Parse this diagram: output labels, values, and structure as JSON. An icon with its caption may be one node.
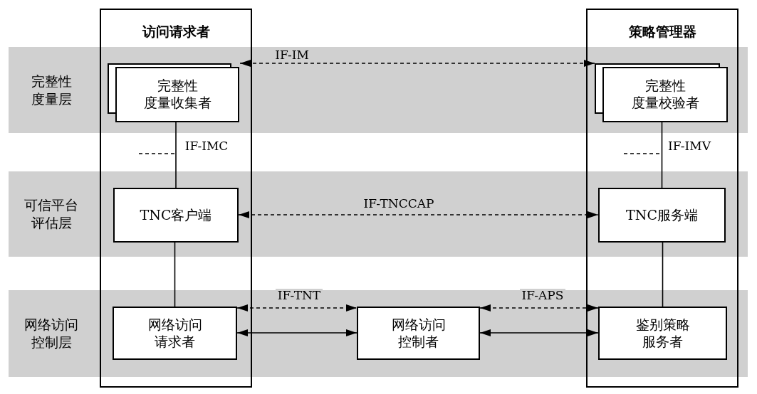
{
  "diagram": {
    "nodes": [
      {
        "text": [
          "访问请求者"
        ]
      },
      {
        "text": [
          "策略管理器"
        ]
      },
      {
        "text": [
          "完整性度量收集者"
        ],
        "in": 0
      },
      {
        "text": [
          "完整性度量校验者"
        ],
        "in": 1
      },
      {
        "text": [
          "TNC客户端"
        ],
        "in": 0
      },
      {
        "text": [
          "TNC服务端"
        ],
        "in": 1
      },
      {
        "text": [
          "网络访问请求者"
        ],
        "in": 0
      },
      {
        "text": [
          "网络访问控制者"
        ]
      },
      {
        "text": [
          "鉴别策略服务者"
        ],
        "in": 1
      }
    ],
    "edges": [
      {
        "from": 2,
        "to": 3,
        "arrow": "both",
        "style": "dashed",
        "label": "IF-IM"
      },
      {
        "from": 2,
        "to": 4,
        "arrow": "none",
        "label": "IF-IMC"
      },
      {
        "from": 3,
        "to": 5,
        "arrow": "none",
        "label": "IF-IMV"
      },
      {
        "from": 4,
        "to": 5,
        "arrow": "both",
        "style": "dashed",
        "label": "IF-TNCCAP"
      },
      {
        "from": 4,
        "to": 6,
        "arrow": "none"
      },
      {
        "from": 5,
        "to": 8,
        "arrow": "none"
      },
      {
        "from": 6,
        "to": 7,
        "arrow": "both",
        "style": "dashed",
        "label": "IF-TNT"
      },
      {
        "from": 6,
        "to": 7,
        "arrow": "both"
      },
      {
        "from": 7,
        "to": 8,
        "arrow": "both",
        "style": "dashed",
        "label": "IF-APS"
      },
      {
        "from": 7,
        "to": 8,
        "arrow": "both"
      }
    ],
    "labels": [
      "完整性度量层",
      "可信平台评估层",
      "网络访问控制层"
    ]
  }
}
